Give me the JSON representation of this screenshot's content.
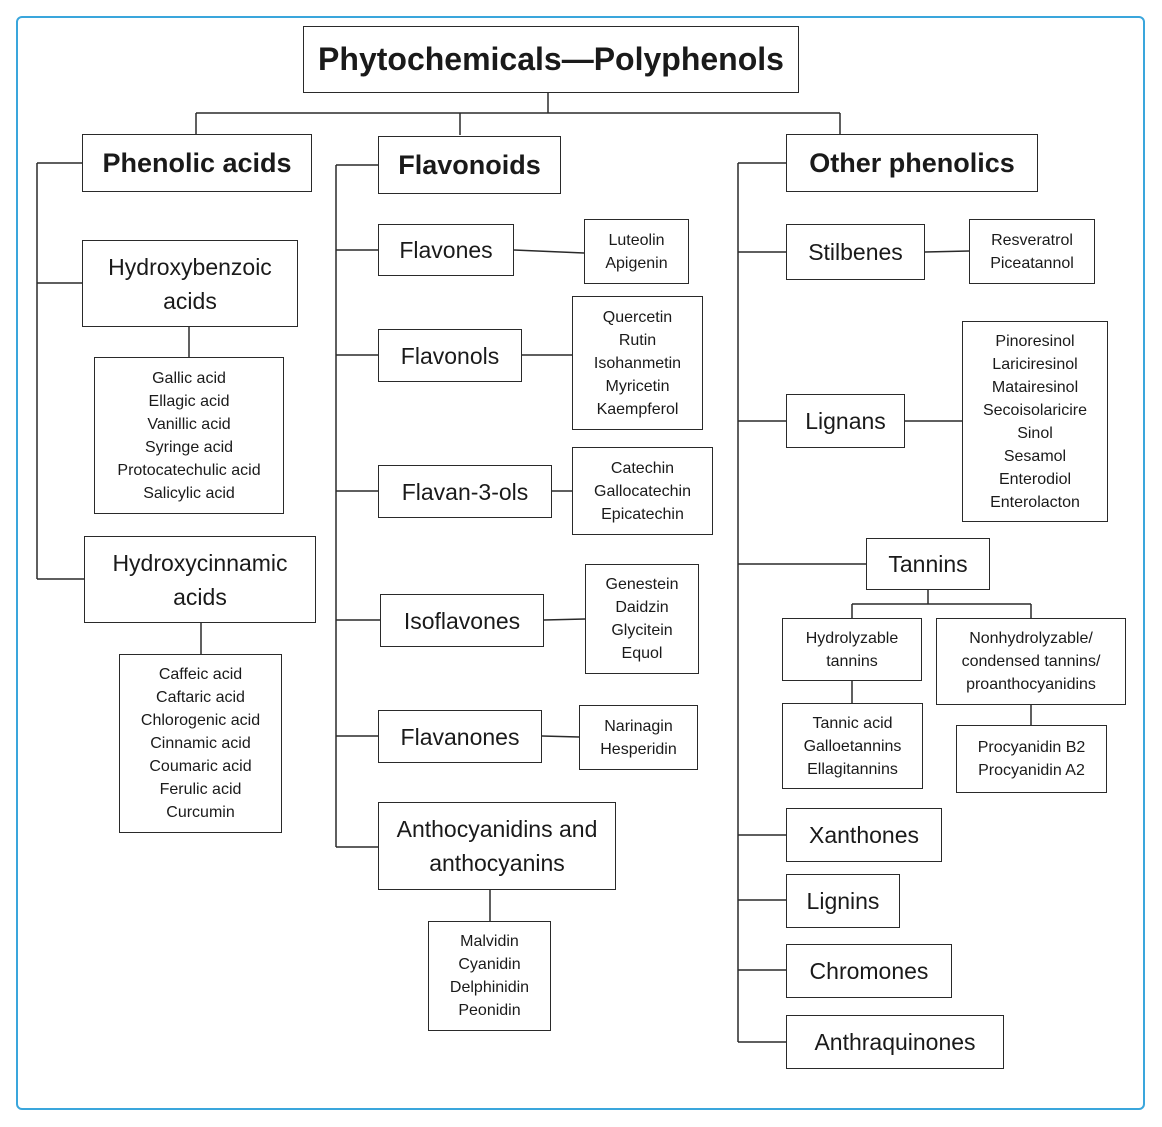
{
  "title": "Phytochemicals—Polyphenols",
  "phenolic": {
    "label": "Phenolic acids",
    "hydroxybenzoic": {
      "label": [
        "Hydroxybenzoic",
        "acids"
      ],
      "items": [
        "Gallic acid",
        "Ellagic acid",
        "Vanillic acid",
        "Syringe acid",
        "Protocatechulic acid",
        "Salicylic acid"
      ]
    },
    "hydroxycinnamic": {
      "label": [
        "Hydroxycinnamic",
        "acids"
      ],
      "items": [
        "Caffeic acid",
        "Caftaric acid",
        "Chlorogenic acid",
        "Cinnamic acid",
        "Coumaric acid",
        "Ferulic acid",
        "Curcumin"
      ]
    }
  },
  "flavonoids": {
    "label": "Flavonoids",
    "flavones": {
      "label": "Flavones",
      "items": [
        "Luteolin",
        "Apigenin"
      ]
    },
    "flavonols": {
      "label": "Flavonols",
      "items": [
        "Quercetin",
        "Rutin",
        "Isohanmetin",
        "Myricetin",
        "Kaempferol"
      ]
    },
    "flavan3ols": {
      "label": "Flavan-3-ols",
      "items": [
        "Catechin",
        "Gallocatechin",
        "Epicatechin"
      ]
    },
    "isoflavones": {
      "label": "Isoflavones",
      "items": [
        "Genestein",
        "Daidzin",
        "Glycitein",
        "Equol"
      ]
    },
    "flavanones": {
      "label": "Flavanones",
      "items": [
        "Narinagin",
        "Hesperidin"
      ]
    },
    "anthocyanidins": {
      "label": [
        "Anthocyanidins and",
        "anthocyanins"
      ],
      "items": [
        "Malvidin",
        "Cyanidin",
        "Delphinidin",
        "Peonidin"
      ]
    }
  },
  "other": {
    "label": "Other phenolics",
    "stilbenes": {
      "label": "Stilbenes",
      "items": [
        "Resveratrol",
        "Piceatannol"
      ]
    },
    "lignans": {
      "label": "Lignans",
      "items": [
        "Pinoresinol",
        "Lariciresinol",
        "Matairesinol",
        "Secoisolaricire",
        "Sinol",
        "Sesamol",
        "Enterodiol",
        "Enterolacton"
      ]
    },
    "tannins": {
      "label": "Tannins",
      "hydrolyzable": {
        "label": [
          "Hydrolyzable",
          "tannins"
        ],
        "items": [
          "Tannic acid",
          "Galloetannins",
          "Ellagitannins"
        ]
      },
      "nonhydrolyzable": {
        "label": [
          "Nonhydrolyzable/",
          "condensed tannins/",
          "proanthocyanidins"
        ],
        "items": [
          "Procyanidin B2",
          "Procyanidin A2"
        ]
      }
    },
    "xanthones": "Xanthones",
    "lignins": "Lignins",
    "chromones": "Chromones",
    "anthraquinones": "Anthraquinones"
  }
}
